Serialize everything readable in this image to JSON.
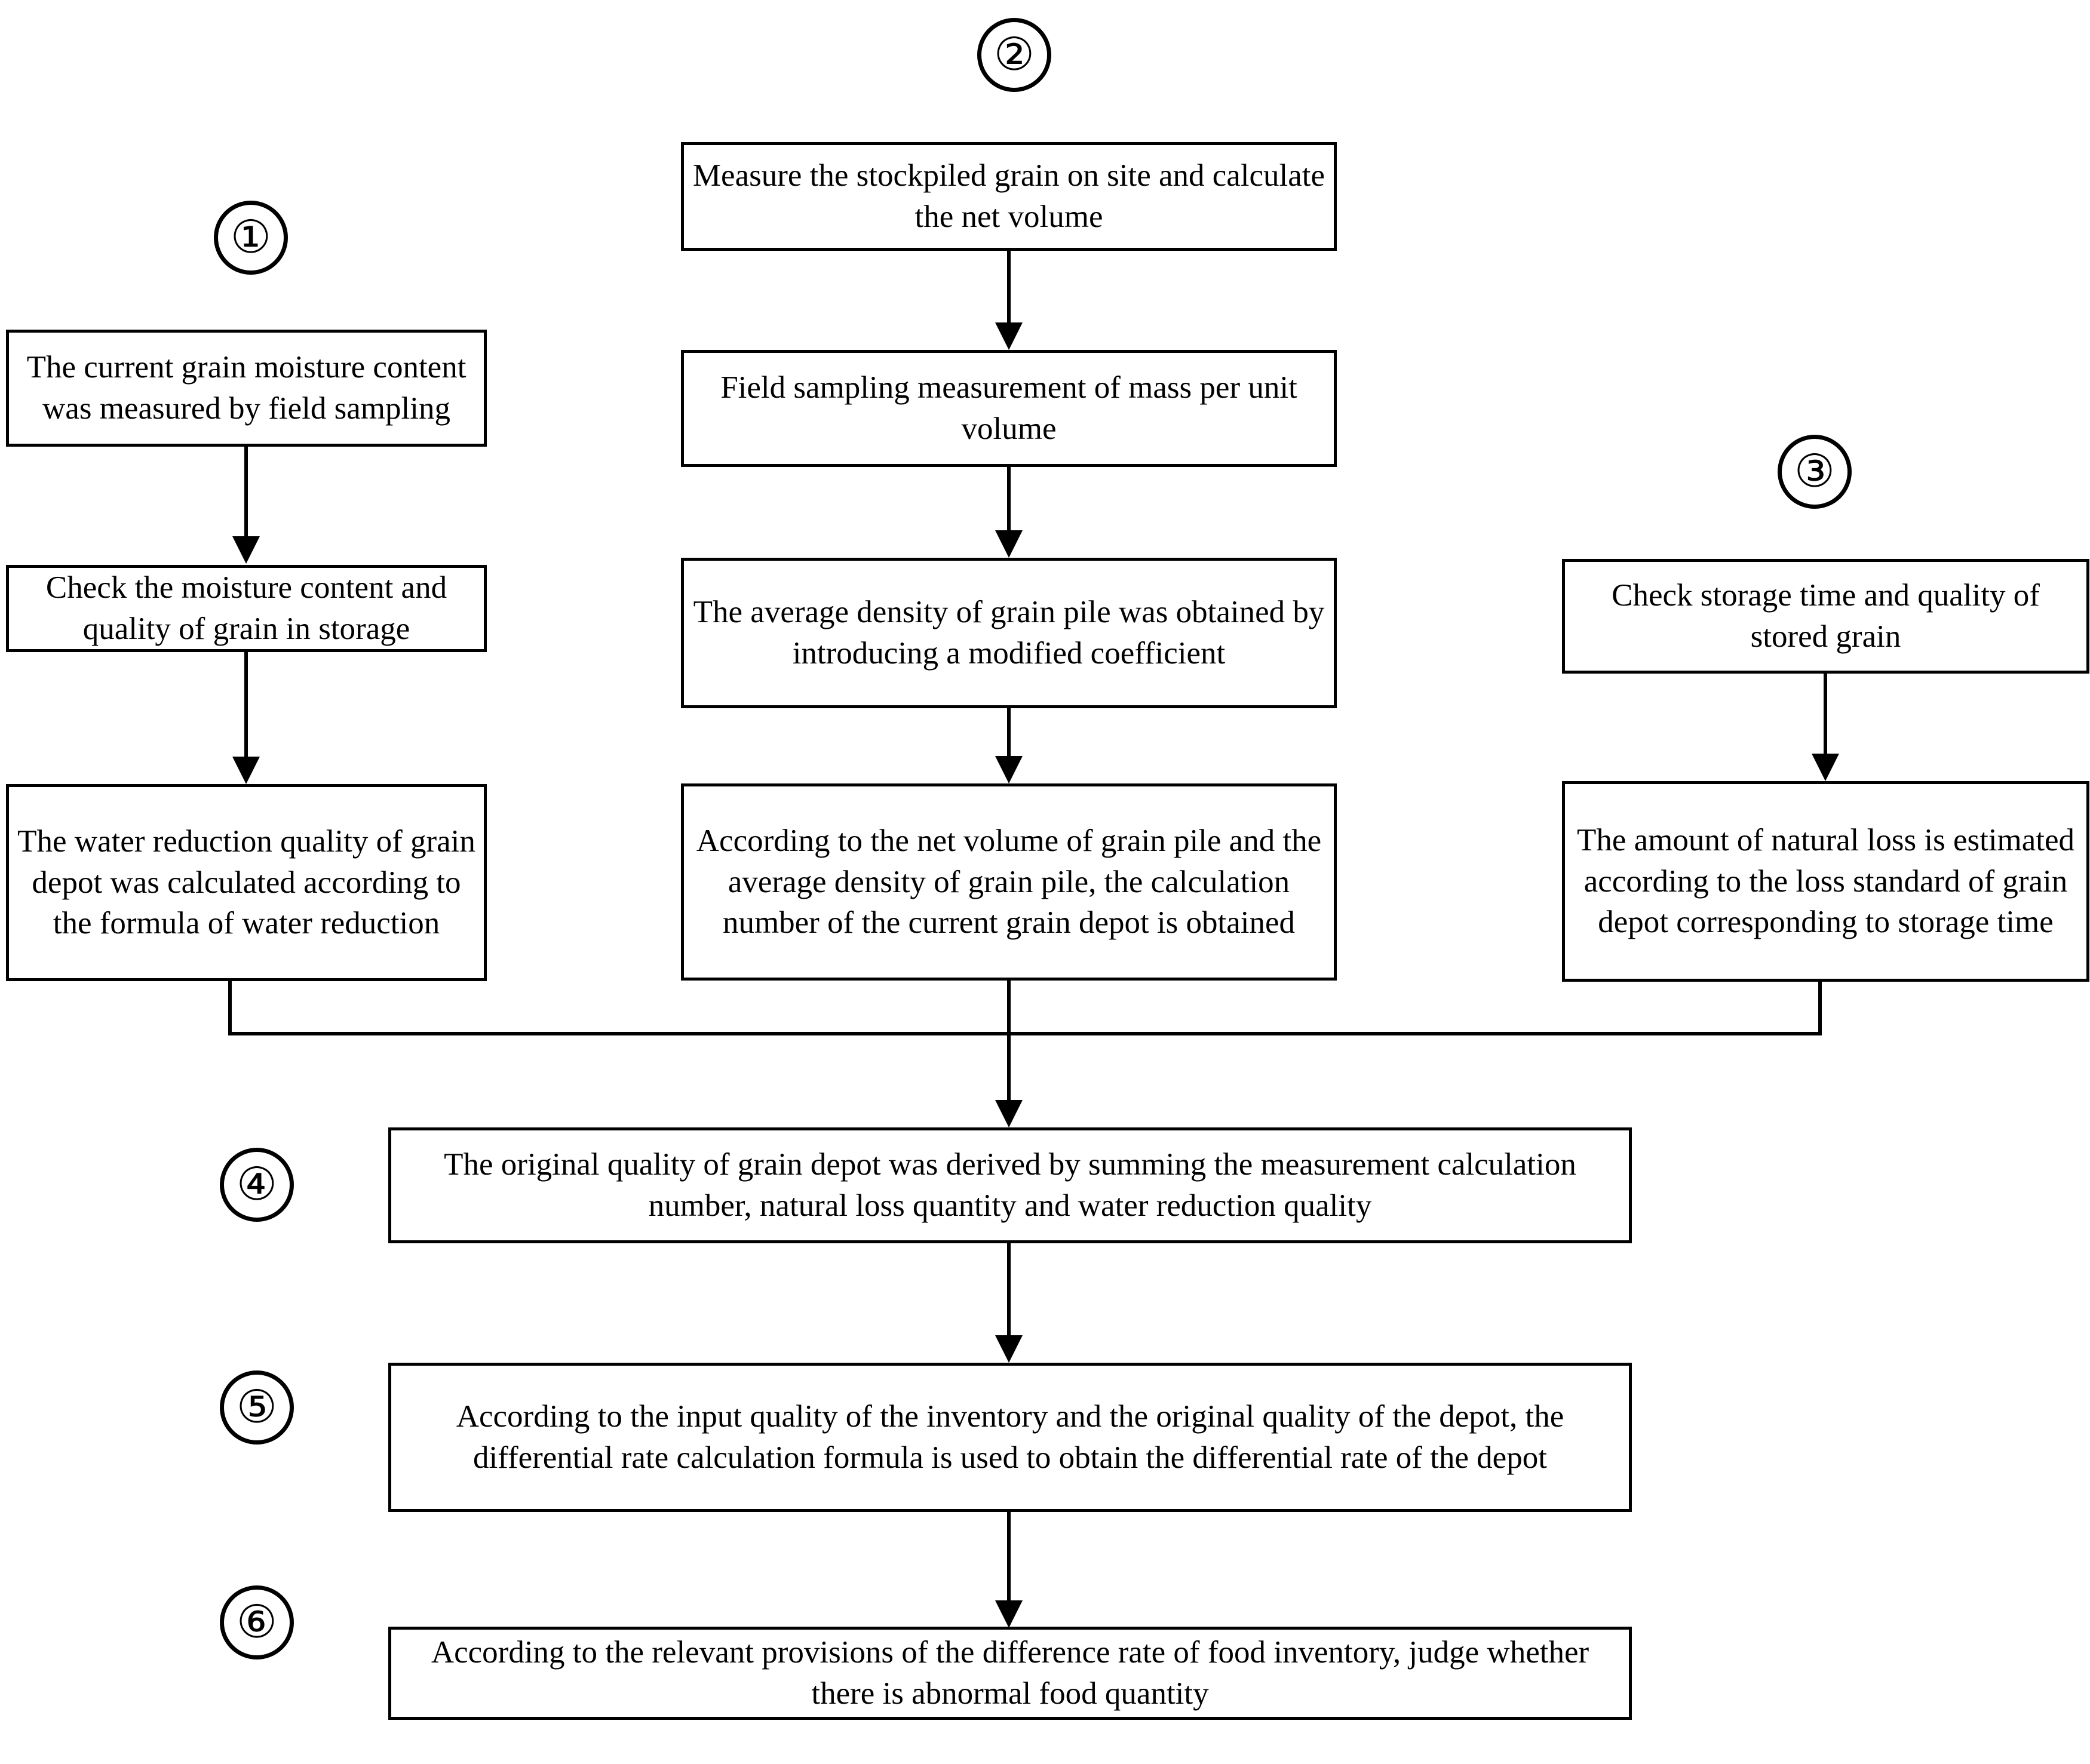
{
  "diagram": {
    "title": "Grain depot inventory quantity determination flowchart",
    "colors": {
      "stroke": "#000000",
      "fill": "#ffffff",
      "text": "#000000"
    },
    "steps": [
      {
        "marker": "①",
        "name": "step-1-marker"
      },
      {
        "marker": "②",
        "name": "step-2-marker"
      },
      {
        "marker": "③",
        "name": "step-3-marker"
      },
      {
        "marker": "④",
        "name": "step-4-marker"
      },
      {
        "marker": "⑤",
        "name": "step-5-marker"
      },
      {
        "marker": "⑥",
        "name": "step-6-marker"
      }
    ],
    "nodes": {
      "moisture_sampling": "The current grain moisture content was measured by field sampling",
      "check_moisture": "Check the moisture content and quality of grain in storage",
      "water_reduction": "The water reduction quality of grain depot was calculated according to the formula of water reduction",
      "measure_stockpile": "Measure the stockpiled grain on site and calculate the net volume",
      "field_sampling_mass": "Field sampling measurement of mass per unit volume",
      "average_density": "The average density of grain pile was obtained by introducing a modified coefficient",
      "calculation_number": "According to the net volume of grain pile and the average density of grain pile, the calculation number of the current grain depot is obtained",
      "check_storage_time": "Check storage time and quality of stored grain",
      "natural_loss": "The amount of natural loss is estimated according to the loss standard of grain depot corresponding to storage time",
      "original_quality": "The original quality of grain depot was derived by summing the measurement calculation number, natural loss quantity and water reduction quality",
      "differential_rate": "According to the input quality of the inventory and the original quality of the depot, the differential rate calculation formula is used to obtain the differential rate of the depot",
      "judge_abnormal": "According to the relevant provisions of the difference rate of food inventory, judge whether there is abnormal food quantity"
    }
  }
}
